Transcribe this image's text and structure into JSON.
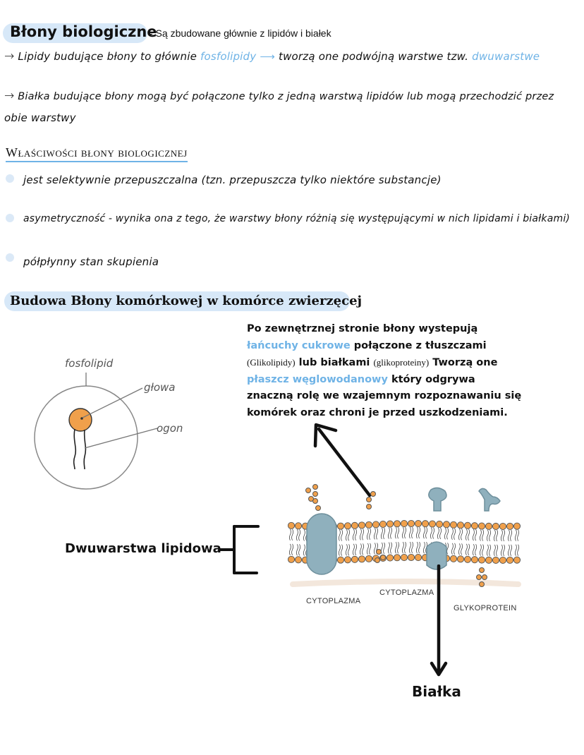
{
  "header": {
    "title": "Błony biologiczne",
    "subtitle": "- Są zbudowane głównie z lipidów i białek"
  },
  "line1": {
    "arrow": "→",
    "part1": "Lipidy budujące błony to głównie ",
    "highlight1": "fosfolipidy",
    "arrow2": " ⟶ ",
    "part2": "tworzą one podwójną warstwe tzw. ",
    "highlight2": "dwuwarstwe"
  },
  "line2": {
    "arrow": "→",
    "text_a": "Białka budujące błony mogą być połączone tylko z jedną warstwą lipidów lub mogą przechodzić przez",
    "text_b": "obie warstwy"
  },
  "properties": {
    "heading": "Właściwości błony biologicznej",
    "items": [
      "jest selektywnie przepuszczalna (tzn. przepuszcza tylko niektóre substancje)",
      "asymetryczność - wynika ona z tego, że warstwy błony różnią się występującymi w nich lipidami i białkami)",
      "półpłynny stan skupienia"
    ]
  },
  "section2": {
    "heading": "Budowa Błony komórkowej w komórce zwierzęcej"
  },
  "description": {
    "l1": "Po zewnętrznej stronie błony wystepują",
    "l2_blue": "łańcuchy cukrowe",
    "l2_rest": " połączone z tłuszczami",
    "l3_small1": "(Glikolipidy)",
    "l3_mid": " lub białkami ",
    "l3_small2": "(glikoproteiny)",
    "l3_end": " Tworzą one",
    "l4_blue": "płaszcz węglowodanowy",
    "l4_rest": " który odgrywa",
    "l5": "znaczną rolę we wzajemnym rozpoznawaniu się",
    "l6": "komórek oraz chroni je przed uszkodzeniami."
  },
  "phospholipid_diagram": {
    "label_fosfolipid": "fosfolipid",
    "label_glowa": "głowa",
    "label_ogon": "ogon"
  },
  "membrane_diagram": {
    "label_bilayer": "Dwuwarstwa lipidowa",
    "label_cyto_left": "CYTOPLAZMA",
    "label_cyto_mid": "CYTOPLAZMA",
    "label_glyko": "GLYKOPROTEIN",
    "label_bialka": "Białka"
  },
  "colors": {
    "accent_blue": "#6fb3e6",
    "pill_blue": "#d7e8f8",
    "lipid_orange": "#f0a04b",
    "protein_grey": "#8fb0bd"
  }
}
